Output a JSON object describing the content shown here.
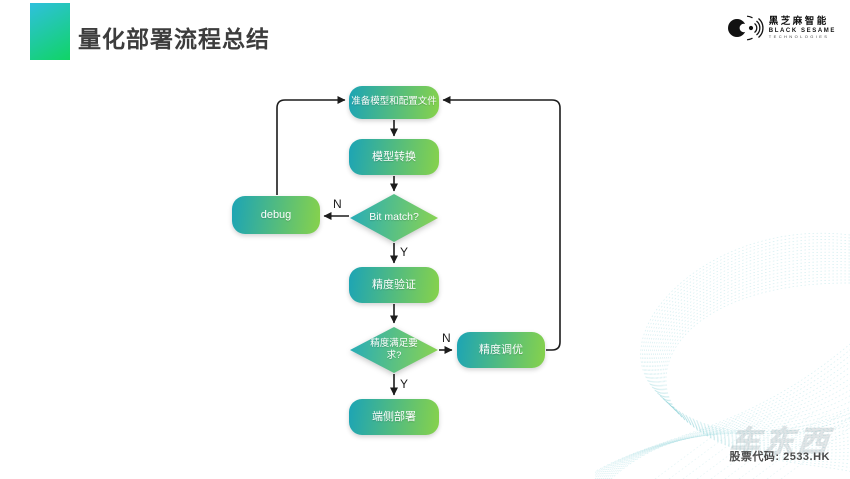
{
  "header": {
    "title": "量化部署流程总结",
    "logo": {
      "name_cn": "黑芝麻智能",
      "name_en": "BLACK SESAME",
      "tagline": "TECHNOLOGIES"
    }
  },
  "flowchart": {
    "nodes": [
      {
        "id": "prepare",
        "label": "准备模型和配置文件",
        "shape": "rounded"
      },
      {
        "id": "convert",
        "label": "模型转换",
        "shape": "rounded"
      },
      {
        "id": "bit-match",
        "label": "Bit match?",
        "shape": "diamond"
      },
      {
        "id": "debug",
        "label": "debug",
        "shape": "rounded"
      },
      {
        "id": "verify",
        "label": "精度验证",
        "shape": "rounded"
      },
      {
        "id": "accuracy",
        "label": "精度满足要\n求?",
        "shape": "diamond"
      },
      {
        "id": "tuning",
        "label": "精度调优",
        "shape": "rounded"
      },
      {
        "id": "deploy",
        "label": "端侧部署",
        "shape": "rounded"
      }
    ],
    "edge_labels": {
      "bit_match_no": "N",
      "bit_match_yes": "Y",
      "accuracy_no": "N",
      "accuracy_yes": "Y"
    }
  },
  "footer": {
    "stock_code": "股票代码: 2533.HK",
    "watermark": "车东西"
  },
  "colors": {
    "node_gradient_start": "#1CA4B5",
    "node_gradient_end": "#87D24B",
    "title_block_start": "#2FC0DD",
    "title_block_end": "#10D465",
    "connector": "#1C1C1C",
    "wave": "#7FCDD3"
  }
}
